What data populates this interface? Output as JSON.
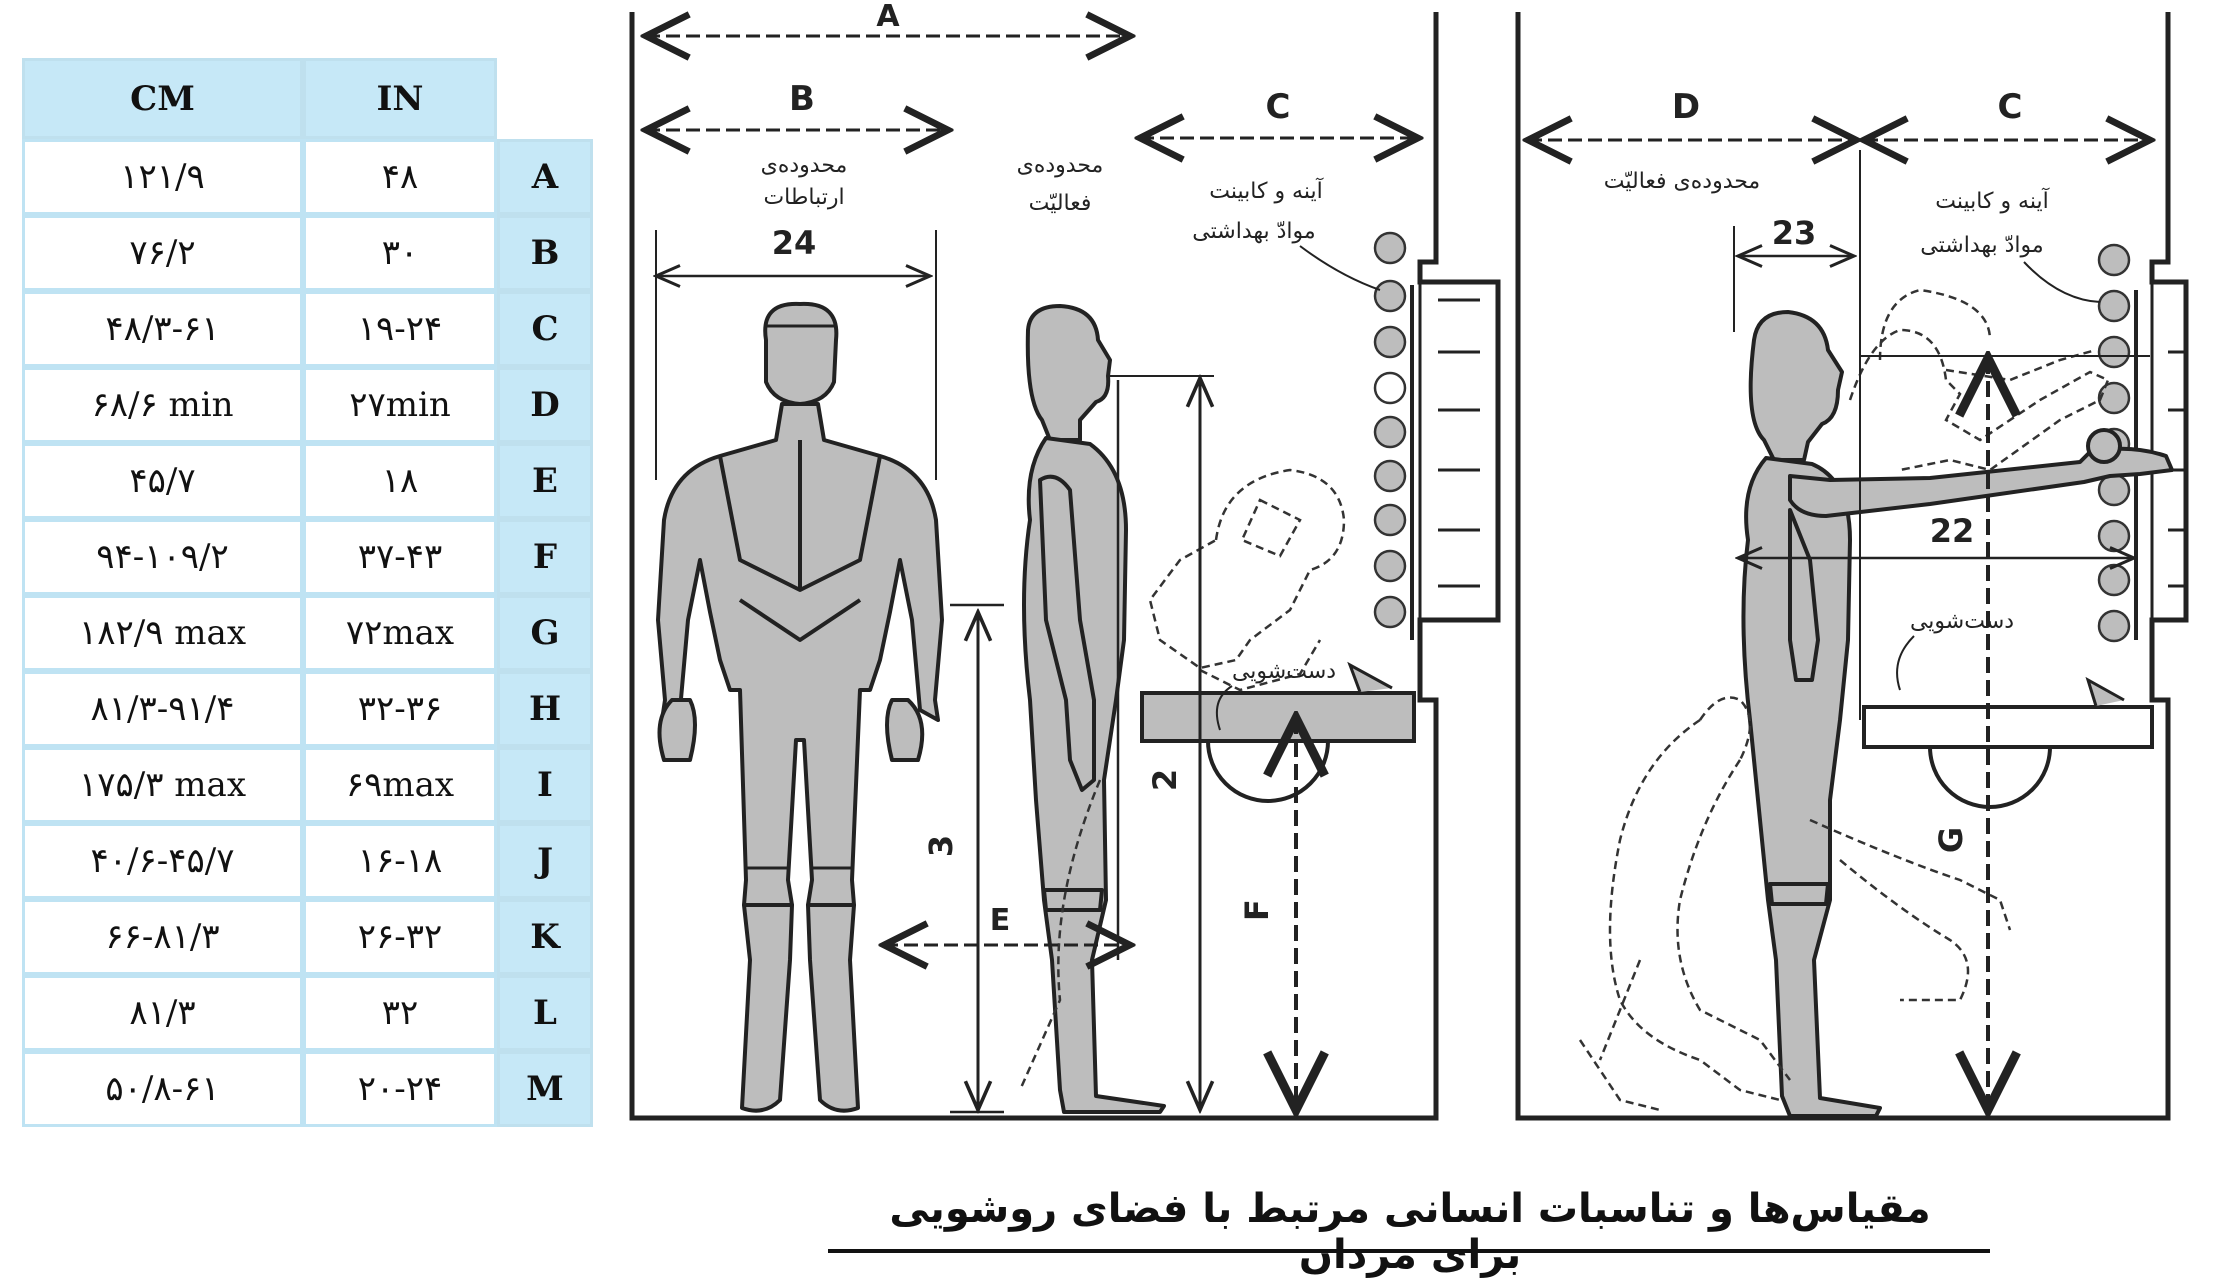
{
  "table": {
    "headers": {
      "cm": "CM",
      "in": "IN"
    },
    "rows": [
      {
        "key": "A",
        "in": "۴۸",
        "cm": "۱۲۱/۹"
      },
      {
        "key": "B",
        "in": "۳۰",
        "cm": "۷۶/۲"
      },
      {
        "key": "C",
        "in": "۱۹-۲۴",
        "cm": "۴۸/۳-۶۱"
      },
      {
        "key": "D",
        "in": "۲۷min",
        "cm": "۶۸/۶ min"
      },
      {
        "key": "E",
        "in": "۱۸",
        "cm": "۴۵/۷"
      },
      {
        "key": "F",
        "in": "۳۷-۴۳",
        "cm": "۹۴-۱۰۹/۲"
      },
      {
        "key": "G",
        "in": "۷۲max",
        "cm": "۱۸۲/۹ max"
      },
      {
        "key": "H",
        "in": "۳۲-۳۶",
        "cm": "۸۱/۳-۹۱/۴"
      },
      {
        "key": "I",
        "in": "۶۹max",
        "cm": "۱۷۵/۳ max"
      },
      {
        "key": "J",
        "in": "۱۶-۱۸",
        "cm": "۴۰/۶-۴۵/۷"
      },
      {
        "key": "K",
        "in": "۲۶-۳۲",
        "cm": "۶۶-۸۱/۳"
      },
      {
        "key": "L",
        "in": "۳۲",
        "cm": "۸۱/۳"
      },
      {
        "key": "M",
        "in": "۲۰-۲۴",
        "cm": "۵۰/۸-۶۱"
      }
    ]
  },
  "diagram": {
    "letters": {
      "a": "A",
      "b": "B",
      "c": "C",
      "d": "D",
      "e": "E",
      "f": "F",
      "g": "G"
    },
    "numbers": {
      "n24": "24",
      "n23": "23",
      "n22": "22",
      "n3": "3",
      "n2": "2"
    },
    "left": {
      "zone_communication_1": "محدوده‌ی",
      "zone_communication_2": "ارتباطات",
      "zone_activity_1": "محدوده‌ی",
      "zone_activity_2": "فعالیّت",
      "cabinet_1": "آینه و کابینت",
      "cabinet_2": "موادّ بهداشتی",
      "basin": "دست‌شویی"
    },
    "right": {
      "zone_activity": "محدوده‌ی فعالیّت",
      "cabinet_1": "آینه و کابینت",
      "cabinet_2": "موادّ بهداشتی",
      "basin": "دست‌شویی"
    }
  },
  "caption": "مقیاس‌ها و تناسبات انسانی مرتبط با فضای روشویی برای مردان"
}
